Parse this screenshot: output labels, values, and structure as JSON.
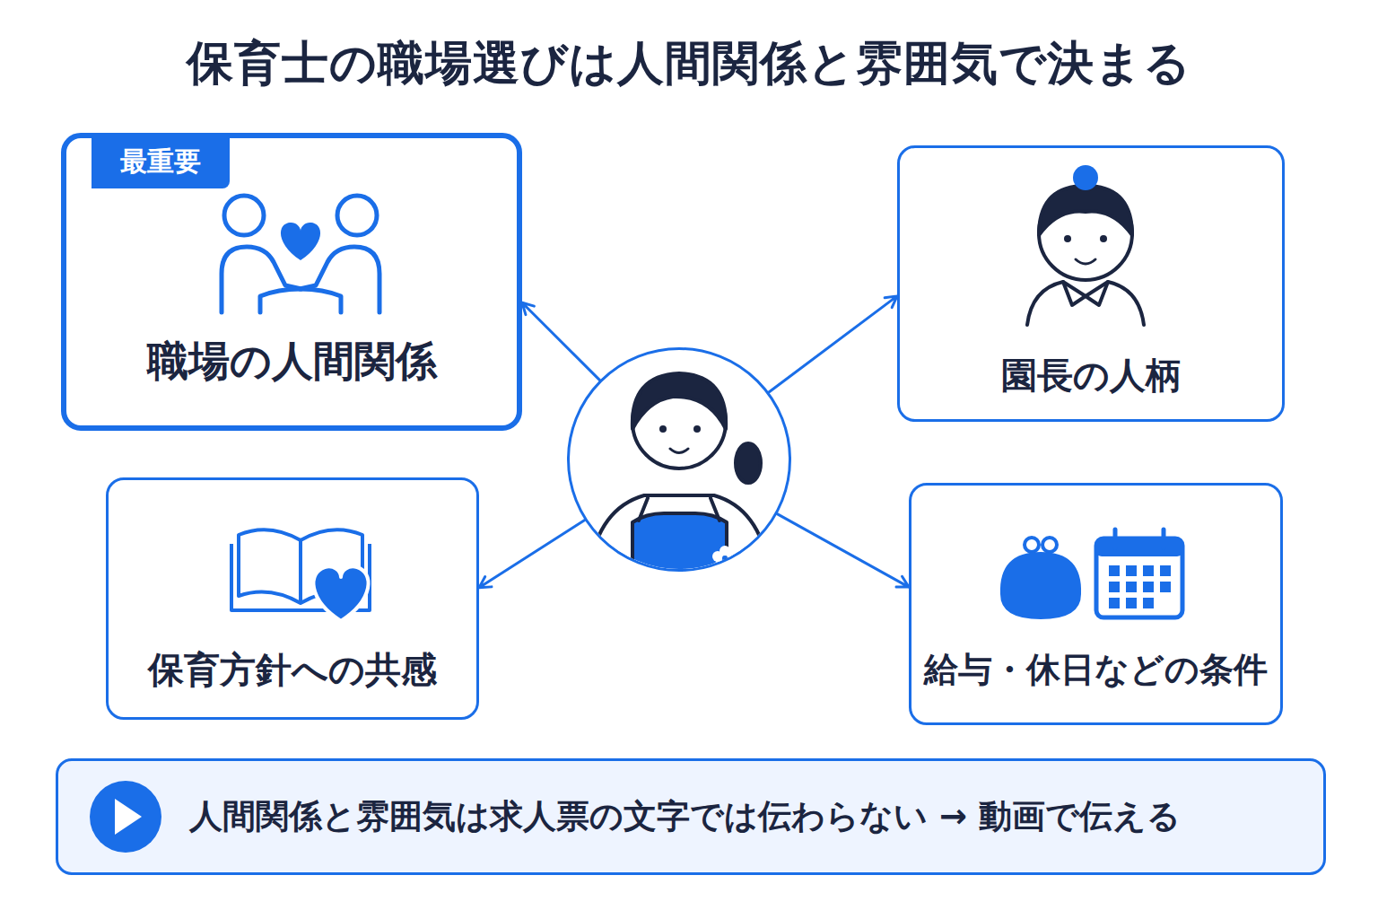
{
  "diagram": {
    "title": "保育士の職場選びは人間関係と雰囲気で決まる",
    "nodes": [
      {
        "text": [
          "職場の人間関係"
        ]
      },
      {
        "text": [
          "最重要"
        ],
        "in": 0
      },
      {
        "text": [
          "園長の人柄"
        ]
      },
      {
        "text": []
      },
      {
        "text": [
          "保育方針への共感"
        ]
      },
      {
        "text": [
          "給与・休日などの条件"
        ]
      },
      {
        "text": [
          "人間関係と雰囲気は求人票の文字では伝わらない → 動画で伝える"
        ]
      }
    ],
    "edges": [
      {
        "from": 3,
        "to": 0,
        "arrow": "to"
      },
      {
        "from": 3,
        "to": 2,
        "arrow": "to"
      },
      {
        "from": 3,
        "to": 4,
        "arrow": "to"
      },
      {
        "from": 3,
        "to": 5,
        "arrow": "to"
      }
    ]
  }
}
